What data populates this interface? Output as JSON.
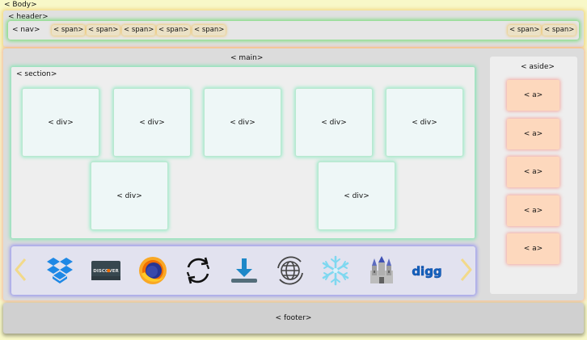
{
  "body_label": "< Body>",
  "header": {
    "label": "< header>",
    "nav_label": "< nav>",
    "left_spans": [
      "< span>",
      "< span>",
      "< span>",
      "< span>",
      "< span>"
    ],
    "right_spans": [
      "< span>",
      "< span>"
    ]
  },
  "main": {
    "label": "< main>",
    "section": {
      "label": "< section>",
      "cards": [
        "< div>",
        "< div>",
        "< div>",
        "< div>",
        "< div>",
        "< div>",
        "< div>"
      ]
    },
    "carousel": {
      "prev_icon": "chevron-left-icon",
      "next_icon": "chevron-right-icon",
      "icons": [
        {
          "name": "dropbox-icon",
          "color": "#1e88e5"
        },
        {
          "name": "discover-card-icon",
          "text": "DISCOVER",
          "color": "#37474f"
        },
        {
          "name": "firefox-icon",
          "color": "#ef6c00"
        },
        {
          "name": "sync-icon",
          "color": "#111111"
        },
        {
          "name": "download-icon",
          "color": "#1e88c8"
        },
        {
          "name": "globe-refresh-icon",
          "color": "#444444"
        },
        {
          "name": "snowflake-icon",
          "color": "#7fd8f0"
        },
        {
          "name": "castle-icon",
          "color": "#9e9e9e"
        },
        {
          "name": "digg-icon",
          "text": "digg",
          "color": "#1565c0"
        }
      ]
    }
  },
  "aside": {
    "label": "< aside>",
    "links": [
      "< a>",
      "< a>",
      "< a>",
      "< a>",
      "< a>"
    ]
  },
  "footer": {
    "label": "< footer>"
  }
}
